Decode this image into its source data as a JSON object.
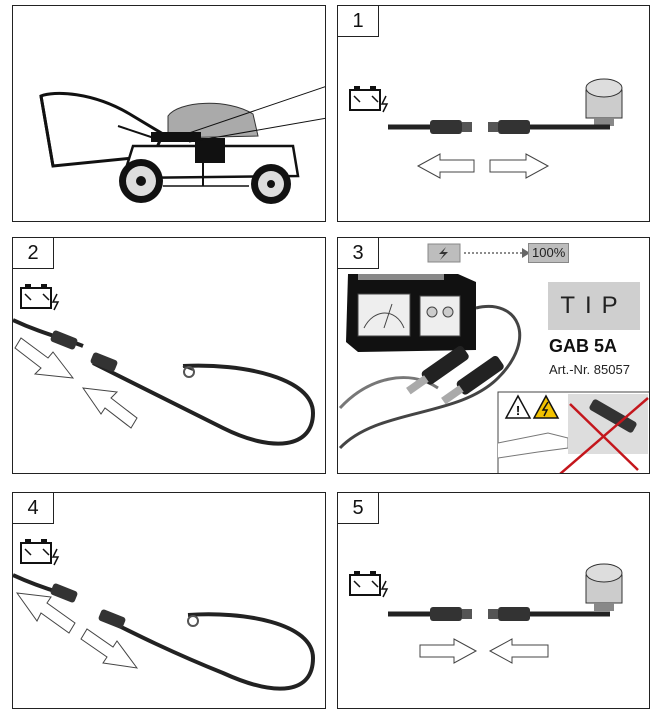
{
  "panels": [
    {
      "id": "mower",
      "number": ""
    },
    {
      "id": "step-1",
      "number": "1"
    },
    {
      "id": "step-2",
      "number": "2"
    },
    {
      "id": "step-3",
      "number": "3"
    },
    {
      "id": "step-4",
      "number": "4"
    },
    {
      "id": "step-5",
      "number": "5"
    }
  ],
  "step3": {
    "charge_level": "100%",
    "tip_label": "TIP",
    "product_name": "GAB 5A",
    "article_number": "Art.-Nr. 85057"
  },
  "icons": [
    "battery-icon",
    "engine-icon",
    "charger-icon",
    "warning-icon",
    "electric-warning-icon",
    "lightning-icon"
  ],
  "colors": {
    "warning_yellow": "#f2c200",
    "cross_red": "#c4161c",
    "tip_gray": "#cfcfcf",
    "clamp_dark": "#222222"
  }
}
